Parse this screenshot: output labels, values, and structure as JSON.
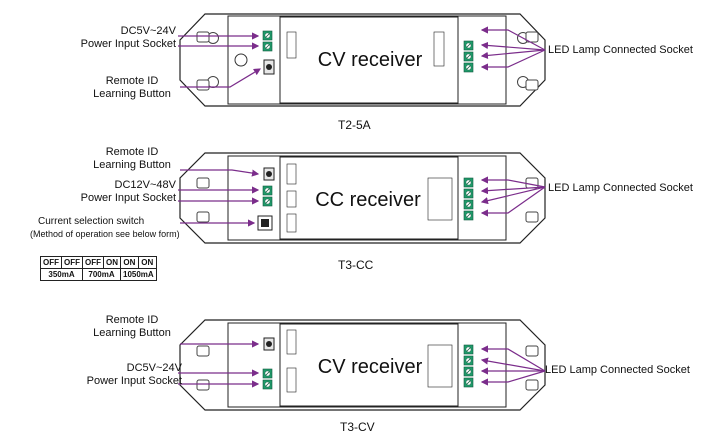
{
  "diagrams": [
    {
      "id": "t2-5a",
      "title": "T2-5A",
      "receiver_label": "CV receiver",
      "left_labels": [
        {
          "line1": "DC5V~24V",
          "line2": "Power Input Socket"
        },
        {
          "line1": "Remote ID",
          "line2": "Learning Button"
        }
      ],
      "right_label": "LED Lamp Connected Socket"
    },
    {
      "id": "t3-cc",
      "title": "T3-CC",
      "receiver_label": "CC receiver",
      "left_labels": [
        {
          "line1": "Remote ID",
          "line2": "Learning Button"
        },
        {
          "line1": "DC12V~48V",
          "line2": "Power Input Socket"
        },
        {
          "line1": "Current selection switch",
          "line2": "(Method of operation see below form)"
        }
      ],
      "right_label": "LED Lamp Connected Socket",
      "current_table": {
        "row1": [
          "OFF",
          "OFF",
          "OFF",
          "ON",
          "ON",
          "ON"
        ],
        "row2": [
          "350mA",
          "700mA",
          "1050mA"
        ]
      }
    },
    {
      "id": "t3-cv",
      "title": "T3-CV",
      "receiver_label": "CV receiver",
      "left_labels": [
        {
          "line1": "Remote ID",
          "line2": "Learning Button"
        },
        {
          "line1": "DC5V~24V",
          "line2": "Power Input Socket"
        }
      ],
      "right_label": "LED Lamp Connected Socket"
    }
  ],
  "colors": {
    "arrow": "#7b2d8b",
    "terminal": "#1f9a6a",
    "outline": "#222222"
  }
}
